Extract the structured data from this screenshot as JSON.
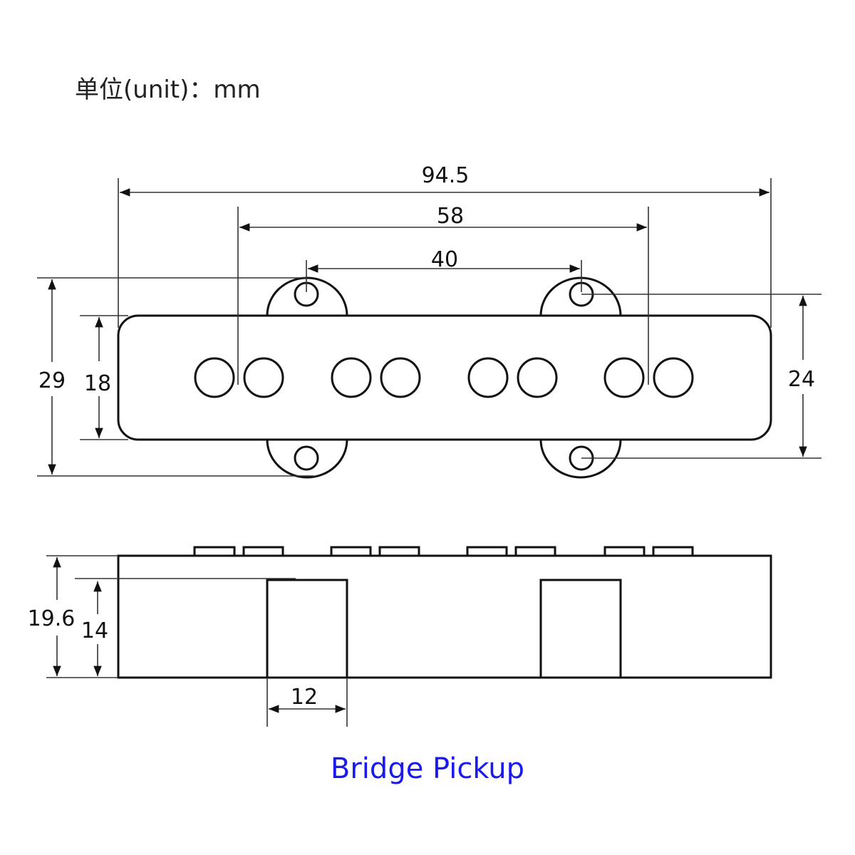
{
  "unit_label": "单位(unit)：mm",
  "title": "Bridge Pickup",
  "colors": {
    "title": "#1a1aee",
    "line": "#111111"
  },
  "dimensions": {
    "overall_length": "94.5",
    "mount_spacing_outer": "58",
    "mount_hole_spacing": "40",
    "overall_width": "29",
    "body_width": "18",
    "hole_vertical_spacing": "24",
    "overall_height": "19.6",
    "body_height": "14",
    "ear_width": "12"
  }
}
